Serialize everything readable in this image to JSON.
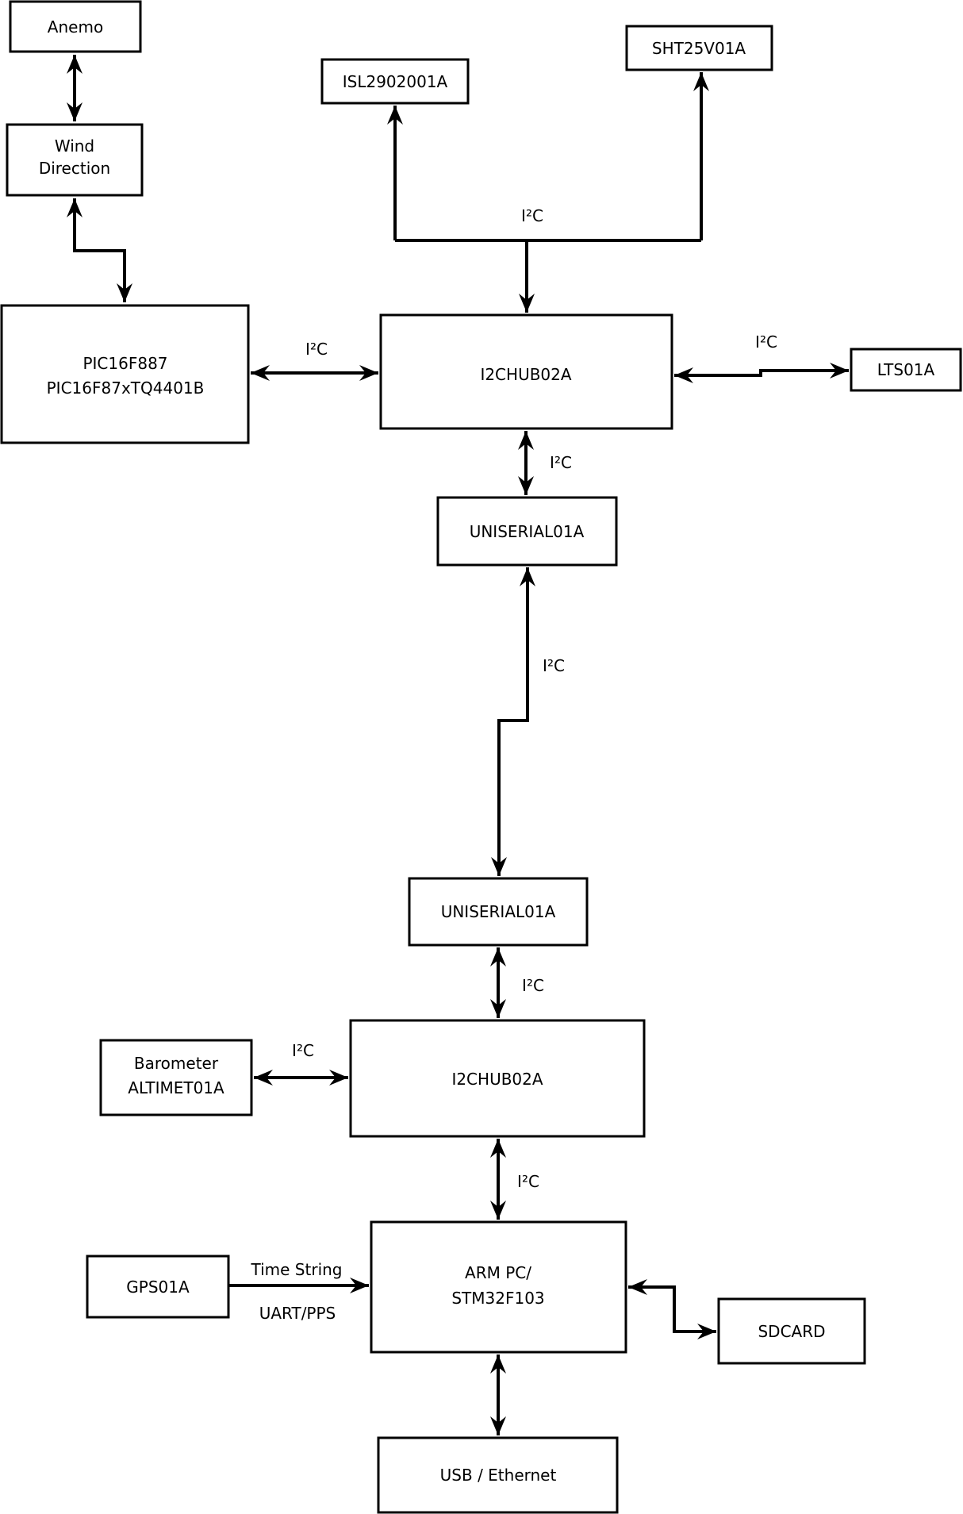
{
  "nodes": {
    "anemo": {
      "label": "Anemo"
    },
    "wind": {
      "label_line1": "Wind",
      "label_line2": "Direction"
    },
    "pic": {
      "label_line1": "PIC16F887",
      "label_line2": "PIC16F87xTQ4401B"
    },
    "isl": {
      "label": "ISL2902001A"
    },
    "sht": {
      "label": "SHT25V01A"
    },
    "hub_top": {
      "label": "I2CHUB02A"
    },
    "lts": {
      "label": "LTS01A"
    },
    "uniserial_top": {
      "label": "UNISERIAL01A"
    },
    "uniserial_bottom": {
      "label": "UNISERIAL01A"
    },
    "hub_bottom": {
      "label": "I2CHUB02A"
    },
    "barometer": {
      "label_line1": "Barometer",
      "label_line2": "ALTIMET01A"
    },
    "arm": {
      "label_line1": "ARM PC/",
      "label_line2": "STM32F103"
    },
    "gps": {
      "label": "GPS01A"
    },
    "sdcard": {
      "label": "SDCARD"
    },
    "usb": {
      "label": "USB / Ethernet"
    }
  },
  "bus_labels": {
    "i2c": "I²C",
    "time_string": "Time String",
    "uart_pps": "UART/PPS"
  },
  "colors": {
    "line": "#000000",
    "background": "#ffffff",
    "box_fill": "#ffffff"
  }
}
